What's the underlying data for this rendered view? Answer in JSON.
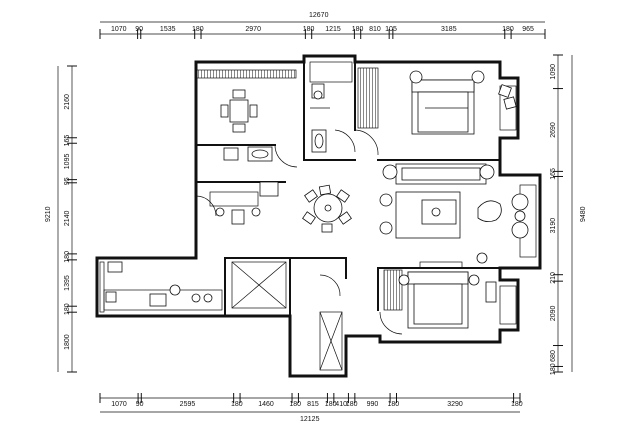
{
  "plan": {
    "top_total": "12670",
    "top_segments": [
      "1070",
      "90",
      "1535",
      "180",
      "2970",
      "180",
      "1215",
      "180",
      "810",
      "105",
      "3185",
      "180",
      "965"
    ],
    "bottom_total": "12125",
    "bottom_segments": [
      "1070",
      "90",
      "2595",
      "180",
      "1460",
      "180",
      "815",
      "180",
      "410",
      "180",
      "990",
      "180",
      "3290",
      "180"
    ],
    "left_total": "9210",
    "left_segments": [
      "2160",
      "165",
      "1095",
      "95",
      "2140",
      "180",
      "1395",
      "180",
      "1800"
    ],
    "right_total": "9480",
    "right_segments": [
      "1090",
      "2690",
      "165",
      "3190",
      "210",
      "2090",
      "680",
      "180"
    ]
  },
  "icons": {
    "stair": "stair-x-icon",
    "bed": "double-bed-icon",
    "sofa": "sofa-icon",
    "dining": "round-dining-table-icon"
  }
}
